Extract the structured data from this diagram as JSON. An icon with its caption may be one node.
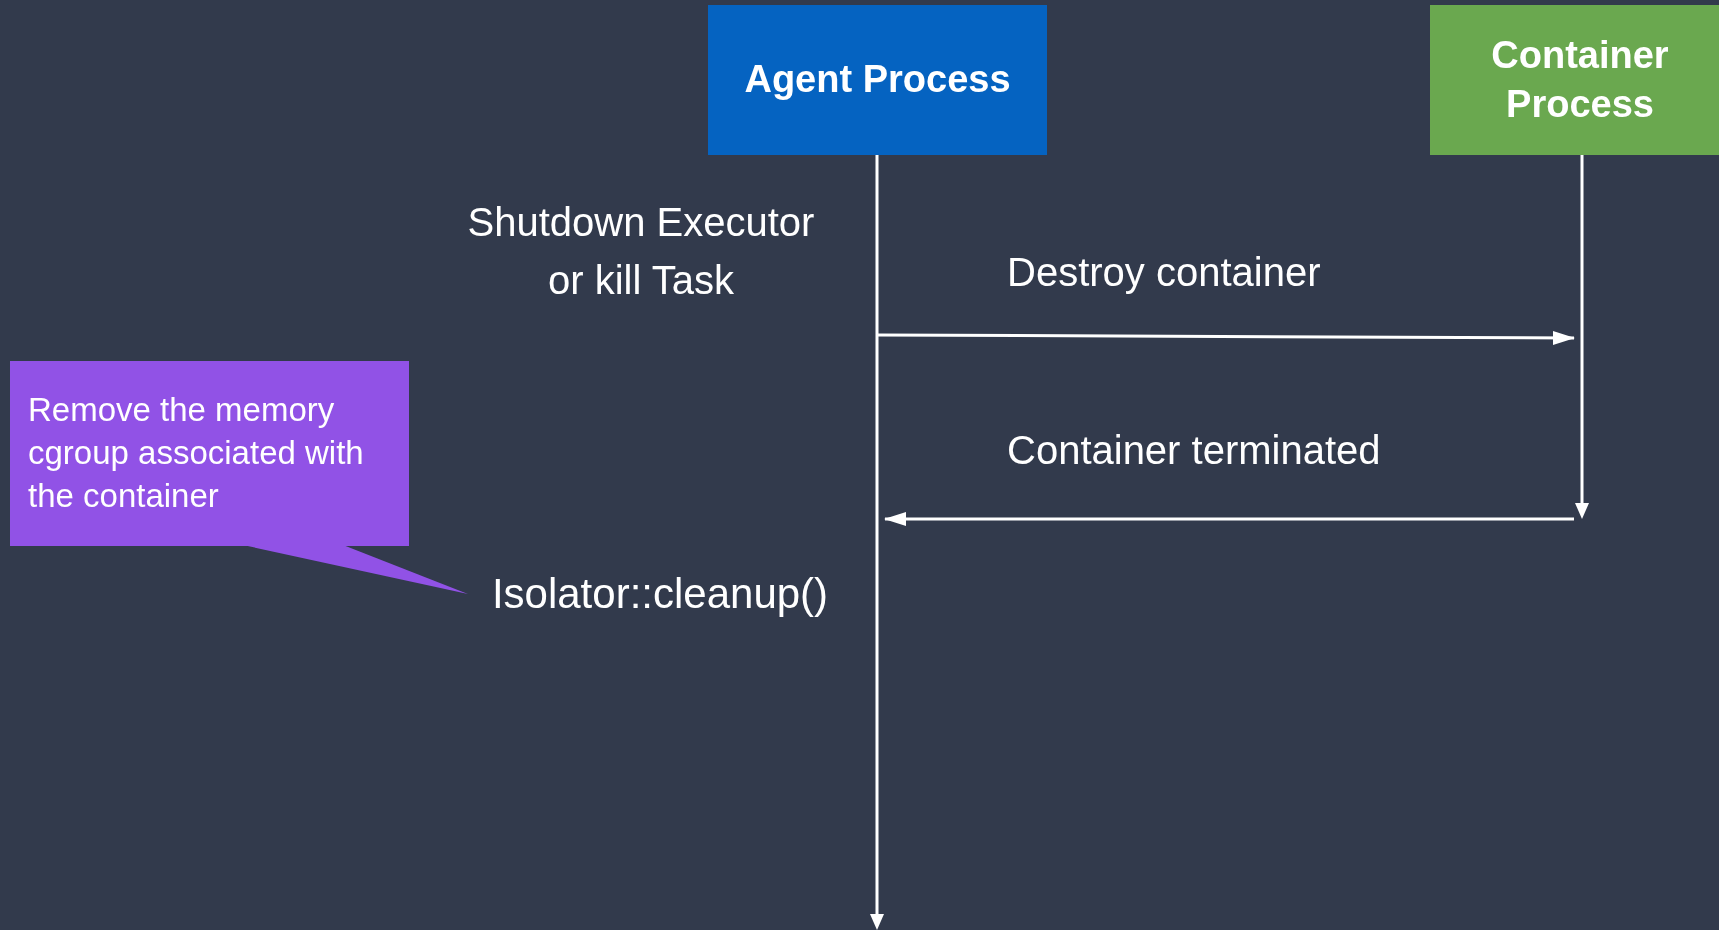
{
  "diagram": {
    "nodes": [
      {
        "text": [
          "Agent Process"
        ]
      },
      {
        "text": [
          "Container Process"
        ]
      },
      {
        "text": [
          "Remove the memory cgroup associated with the container"
        ]
      },
      {
        "text": [
          "Isolator::cleanup()"
        ]
      },
      {
        "text": [],
        "shape": "line"
      },
      {
        "text": [],
        "shape": "line"
      }
    ],
    "edges": [
      {
        "from": 4,
        "to": 5,
        "arrow": "to",
        "label": "Destroy container"
      },
      {
        "from": 5,
        "to": 4,
        "arrow": "to",
        "label": "Container terminated"
      },
      {
        "from": 2,
        "to": 3,
        "arrow": "none",
        "color": "#9152e6"
      }
    ],
    "labels": [
      "Shutdown Executor or kill Task"
    ]
  }
}
